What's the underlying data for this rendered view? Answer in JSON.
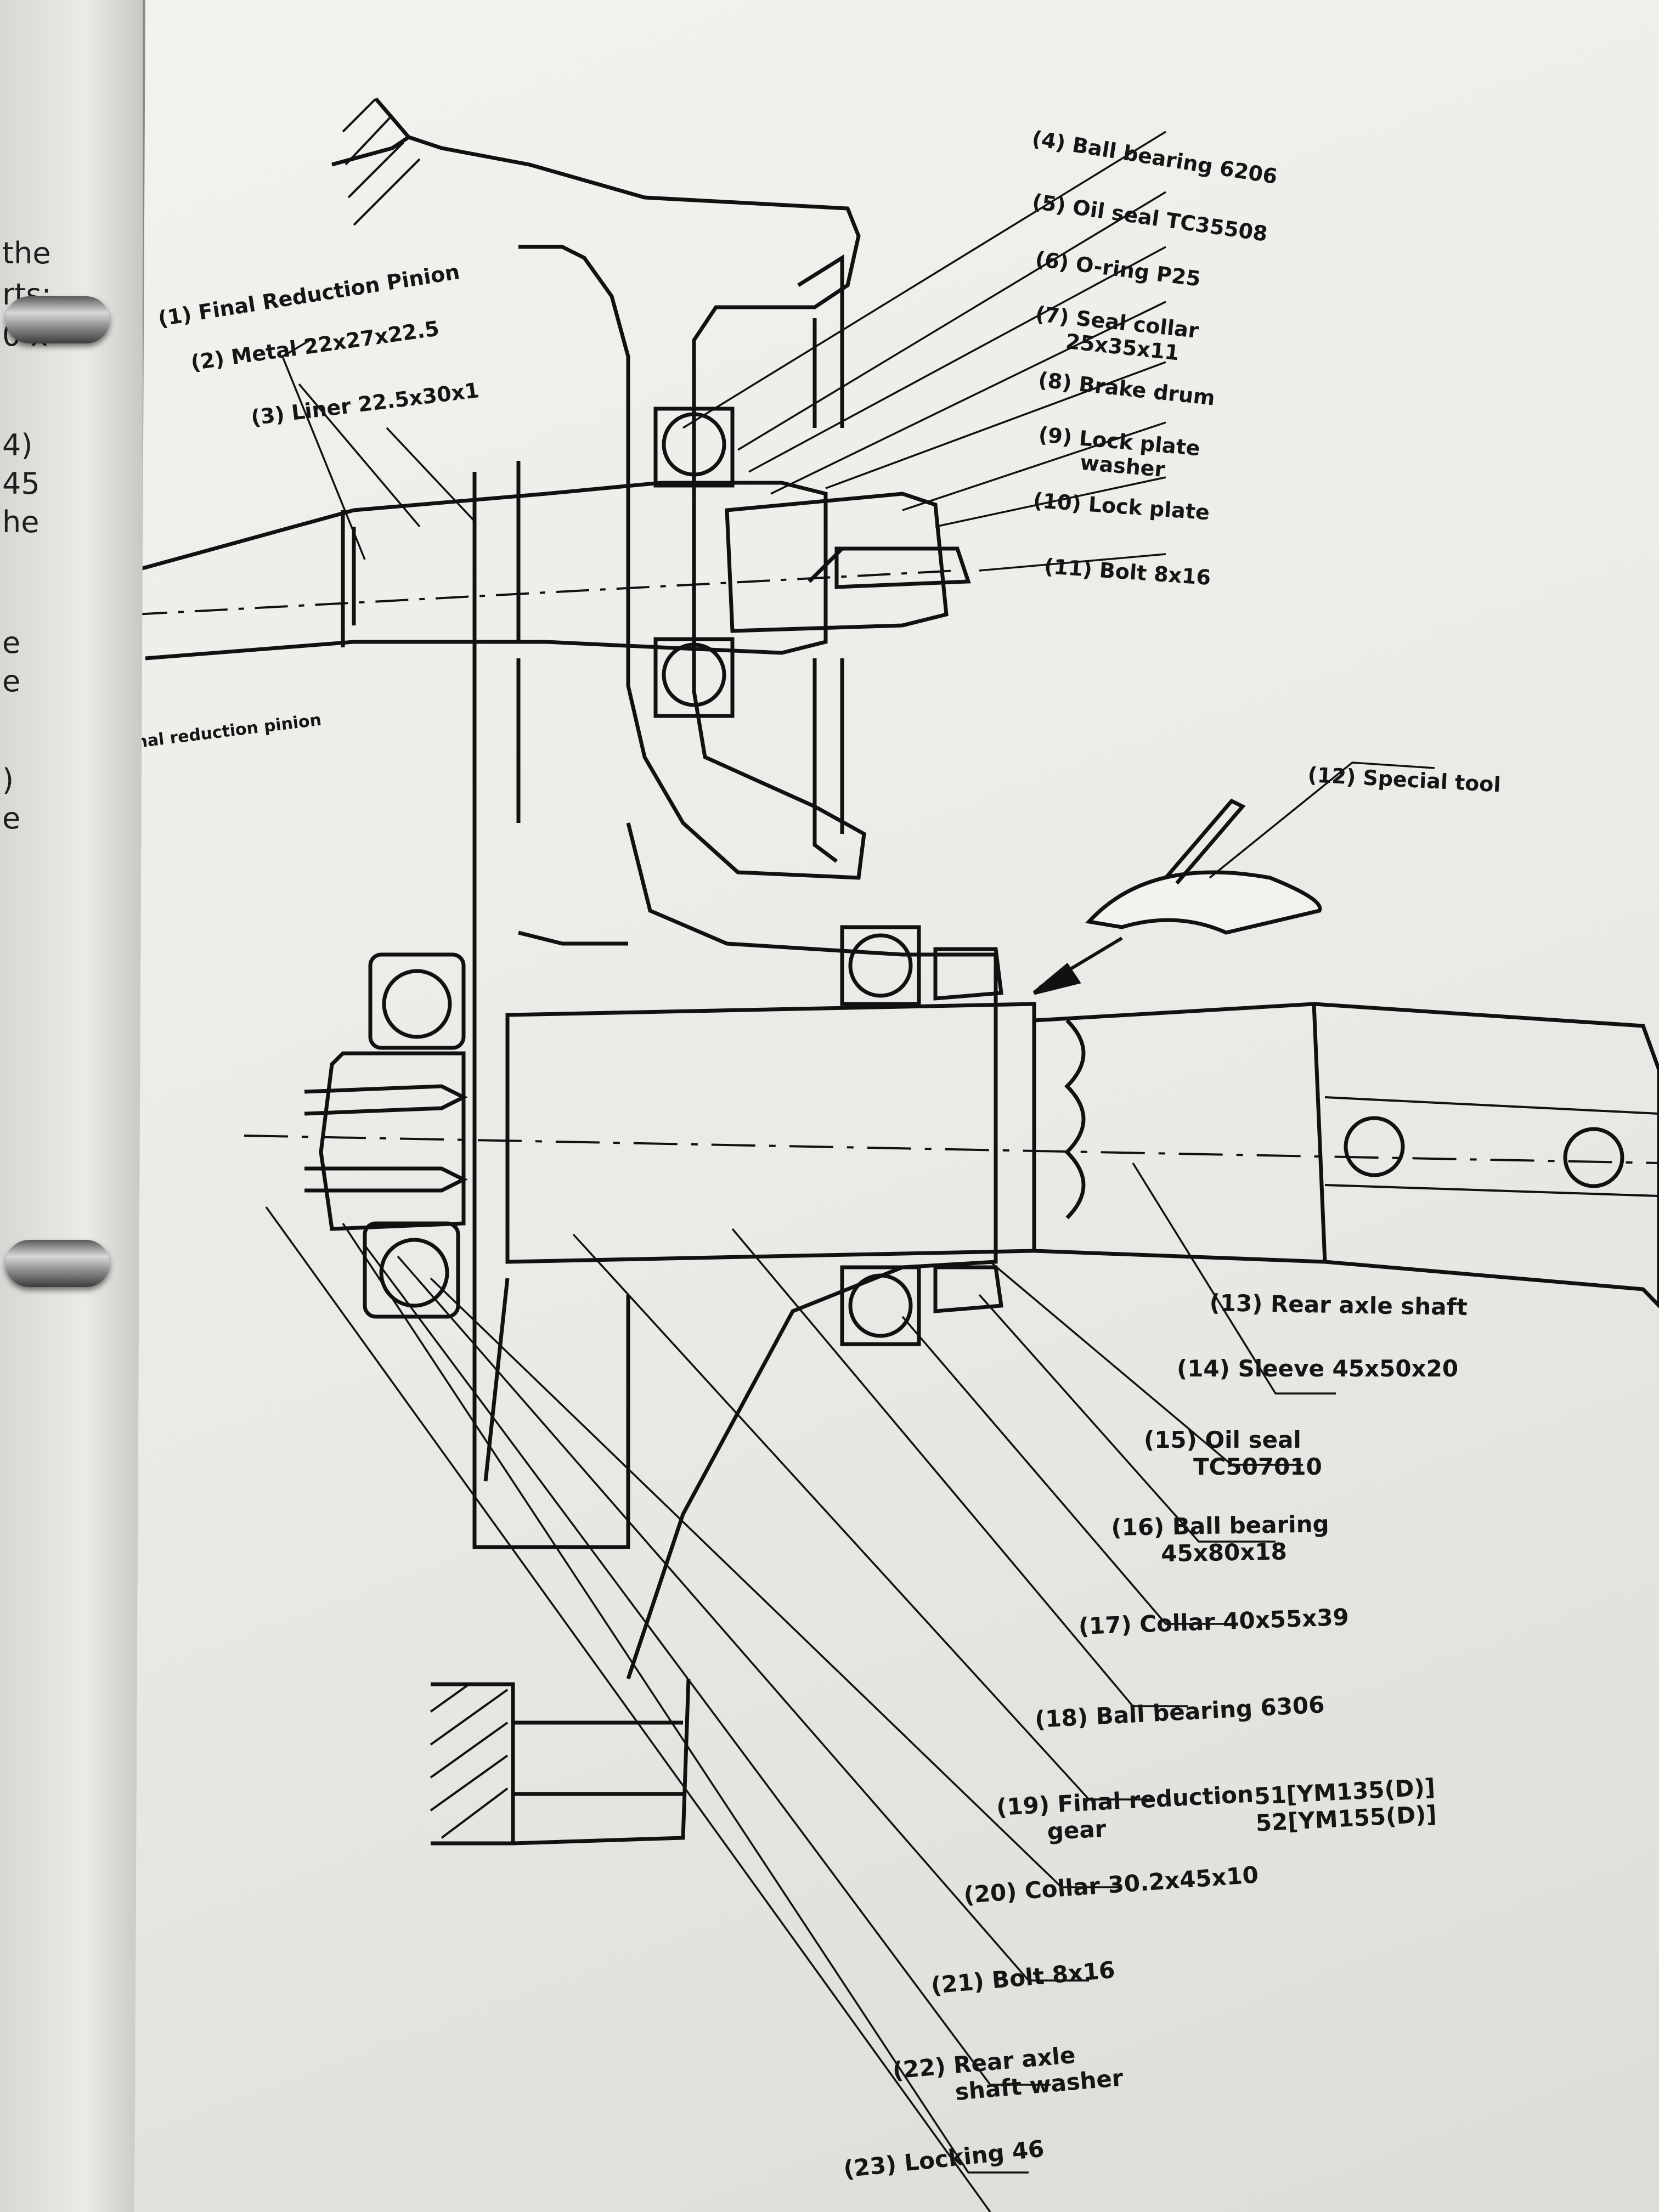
{
  "left_page": {
    "fragments": [
      "the",
      "rts:",
      "0 x",
      "4)",
      "45",
      "he",
      "e",
      "e",
      ")",
      "e"
    ]
  },
  "diagram": {
    "labels": {
      "l1": "(1) Final Reduction Pinion",
      "l2": "(2) Metal 22x27x22.5",
      "l3": "(3) Liner 22.5x30x1",
      "l4": "(4) Ball bearing 6206",
      "l5": "(5) Oil seal TC35508",
      "l6": "(6) O-ring P25",
      "l7a": "(7) Seal collar",
      "l7b": "25x35x11",
      "l8": "(8) Brake drum",
      "l9a": "(9) Lock plate",
      "l9b": "washer",
      "l10": "(10) Lock plate",
      "l11": "(11) Bolt 8x16",
      "fr": "Final reduction pinion",
      "l12": "(12) Special tool",
      "l13": "(13) Rear axle shaft",
      "l14": "(14) Sleeve 45x50x20",
      "l15a": "(15) Oil seal",
      "l15b": "TC507010",
      "l16a": "(16) Ball bearing",
      "l16b": "45x80x18",
      "l17": "(17) Collar 40x55x39",
      "l18": "(18) Ball bearing 6306",
      "l19a": "(19) Final reduction",
      "l19b": "gear",
      "l19c": "51[YM135(D)]",
      "l19d": "52[YM155(D)]",
      "l20": "(20) Collar 30.2x45x10",
      "l21": "(21) Bolt 8x16",
      "l22a": "(22) Rear axle",
      "l22b": "shaft washer",
      "l23": "(23) Locking 46"
    }
  }
}
